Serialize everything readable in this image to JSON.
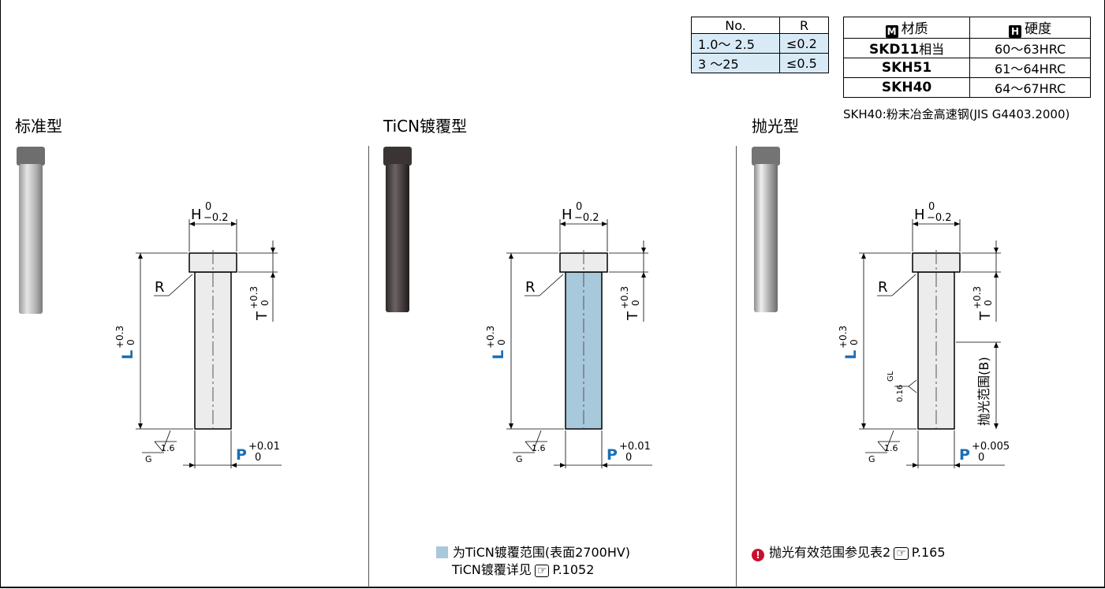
{
  "r_table": {
    "headers": [
      "No.",
      "R"
    ],
    "rows": [
      [
        "1.0～ 2.5",
        "≤0.2"
      ],
      [
        "3 ～25",
        "≤0.5"
      ]
    ]
  },
  "material_table": {
    "material_badge": "M",
    "material_header": "材质",
    "hardness_badge": "H",
    "hardness_header": "硬度",
    "rows": [
      {
        "material": "SKD11",
        "suffix": "相当",
        "hardness": "60～63HRC"
      },
      {
        "material": "SKH51",
        "suffix": "",
        "hardness": "61～64HRC"
      },
      {
        "material": "SKH40",
        "suffix": "",
        "hardness": "64～67HRC"
      }
    ],
    "note": "SKH40:粉末冶金高速钢(JIS G4403.2000)"
  },
  "sections": [
    {
      "title": "标准型",
      "h_label": "H",
      "h_tol_top": "0",
      "h_tol_bottom": "−0.2",
      "r_label": "R",
      "t_label": "T",
      "t_tol_top": "+0.3",
      "t_tol_bottom": "0",
      "l_label": "L",
      "l_tol_top": "+0.3",
      "l_tol_bottom": "0",
      "p_label": "P",
      "p_tol_top": "+0.01",
      "p_tol_bottom": "0",
      "rough_value": "1.6",
      "rough_grade": "G"
    },
    {
      "title": "TiCN镀覆型",
      "h_label": "H",
      "h_tol_top": "0",
      "h_tol_bottom": "−0.2",
      "r_label": "R",
      "t_label": "T",
      "t_tol_top": "+0.3",
      "t_tol_bottom": "0",
      "l_label": "L",
      "l_tol_top": "+0.3",
      "l_tol_bottom": "0",
      "p_label": "P",
      "p_tol_top": "+0.01",
      "p_tol_bottom": "0",
      "rough_value": "1.6",
      "rough_grade": "G",
      "note_line1": "为TiCN镀覆范围(表面2700HV)",
      "note_line2_a": "TiCN镀覆详见",
      "note_line2_ref": "P.1052"
    },
    {
      "title": "抛光型",
      "h_label": "H",
      "h_tol_top": "0",
      "h_tol_bottom": "−0.2",
      "r_label": "R",
      "t_label": "T",
      "t_tol_top": "+0.3",
      "t_tol_bottom": "0",
      "l_label": "L",
      "l_tol_top": "+0.3",
      "l_tol_bottom": "0",
      "p_label": "P",
      "p_tol_top": "+0.005",
      "p_tol_bottom": "0",
      "rough_value": "1.6",
      "rough_grade": "G",
      "polish_range": "抛光范围(B)",
      "polish_rough_value": "0.16",
      "polish_rough_grade": "GL",
      "note_a": "抛光有效范围参见表2",
      "note_ref": "P.165"
    }
  ],
  "colors": {
    "dimension_blue": "#1a6fb5",
    "coating": "#a8c8dc",
    "pin_face": "#ececec",
    "warning": "#c8102e"
  },
  "icons": {
    "hand_pointer": "☞"
  }
}
